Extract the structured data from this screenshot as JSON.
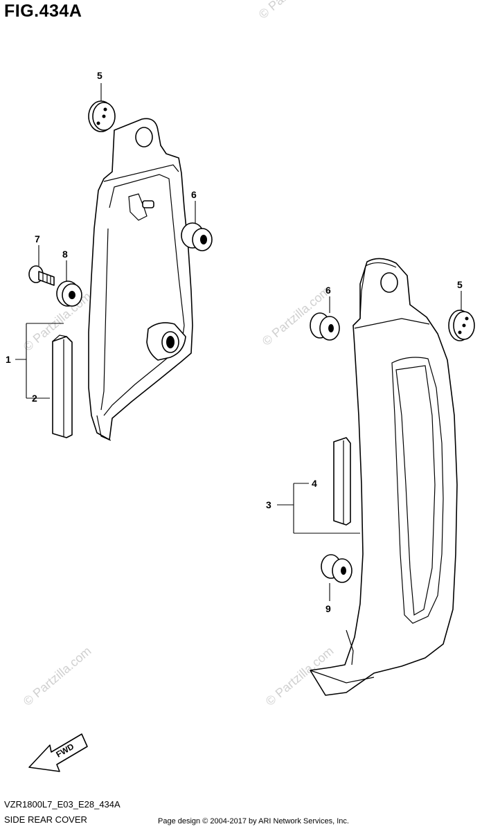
{
  "figure": {
    "title": "FIG.434A",
    "diagram_code": "VZR1800L7_E03_E28_434A",
    "diagram_name": "SIDE REAR COVER",
    "credit": "Page design © 2004-2017 by ARI Network Services, Inc."
  },
  "watermark": "© Partzilla.com",
  "fwd_label": "FWD",
  "callouts": {
    "c1": "1",
    "c2": "2",
    "c3": "3",
    "c4": "4",
    "c5a": "5",
    "c5b": "5",
    "c6a": "6",
    "c6b": "6",
    "c7": "7",
    "c8": "8",
    "c9": "9"
  }
}
